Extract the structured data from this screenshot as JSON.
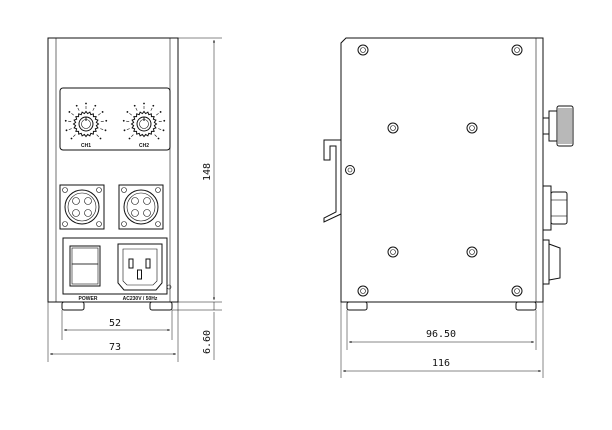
{
  "front_view": {
    "knob_labels": [
      "CH1",
      "CH2"
    ],
    "power_label": "POWER",
    "ac_label": "AC230V / 50Hz"
  },
  "dimensions": {
    "front_height": "148",
    "front_inner_width": "52",
    "front_total_width": "73",
    "foot_height": "6.60",
    "side_inner_width": "96.50",
    "side_total_width": "116"
  }
}
